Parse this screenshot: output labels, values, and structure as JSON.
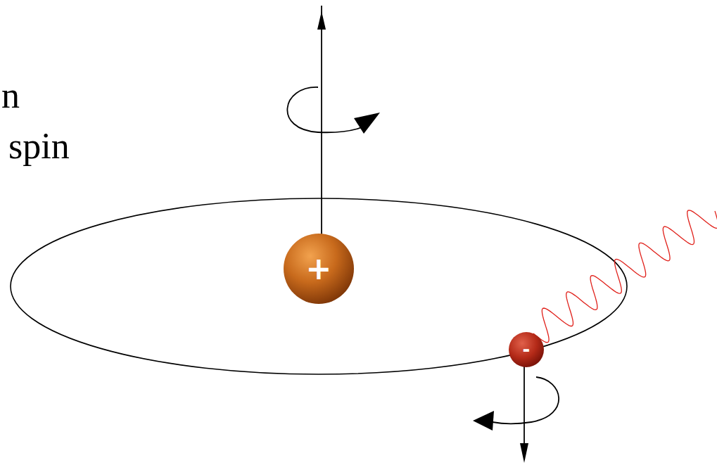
{
  "diagram": {
    "nodes": [
      {
        "text": [
          "+"
        ]
      },
      {
        "text": [
          "-"
        ]
      }
    ],
    "labels": [
      "n",
      "spin"
    ]
  }
}
